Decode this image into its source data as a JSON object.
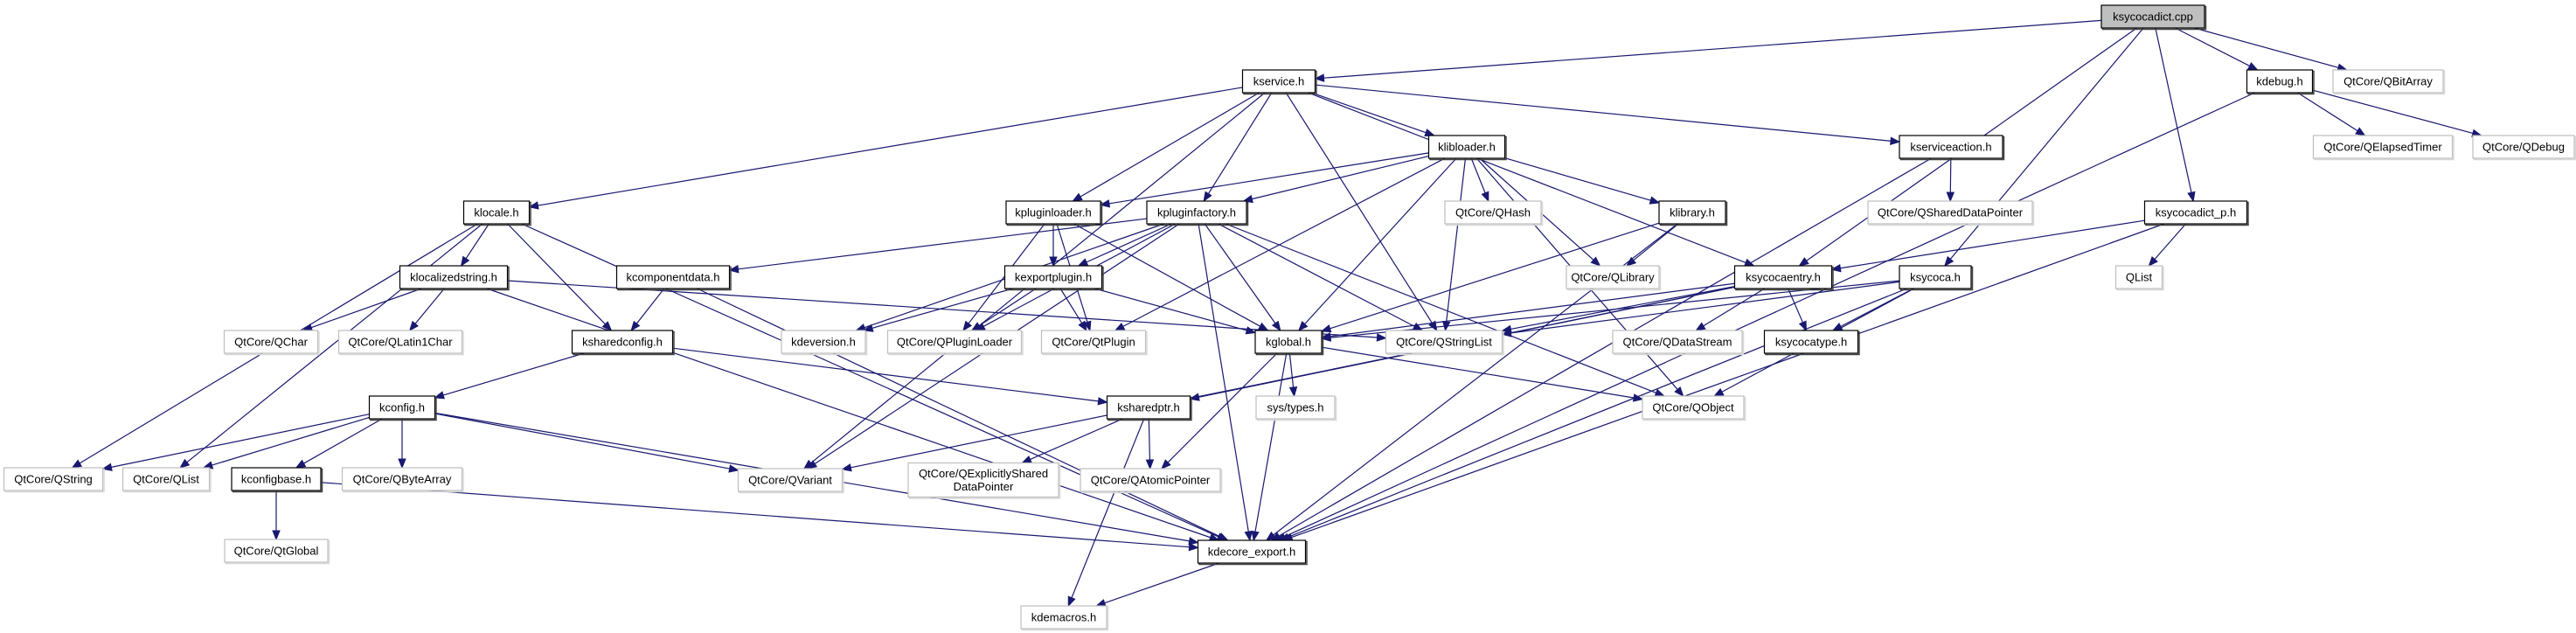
{
  "graph": {
    "colors": {
      "edge": "#191970",
      "root_fill": "#bfbfbf",
      "local_border": "#000000",
      "external_border": "#bfbfbf"
    },
    "nodes": [
      {
        "id": "ksycocadict_cpp",
        "label": [
          "ksycocadict.cpp"
        ],
        "kind": "root"
      },
      {
        "id": "kservice",
        "label": [
          "kservice.h"
        ],
        "kind": "local"
      },
      {
        "id": "kdebug",
        "label": [
          "kdebug.h"
        ],
        "kind": "local"
      },
      {
        "id": "qbitarray",
        "label": [
          "QtCore/QBitArray"
        ],
        "kind": "external"
      },
      {
        "id": "klibloader",
        "label": [
          "klibloader.h"
        ],
        "kind": "local"
      },
      {
        "id": "kserviceaction",
        "label": [
          "kserviceaction.h"
        ],
        "kind": "local"
      },
      {
        "id": "qelapsedtimer",
        "label": [
          "QtCore/QElapsedTimer"
        ],
        "kind": "external"
      },
      {
        "id": "qdebug",
        "label": [
          "QtCore/QDebug"
        ],
        "kind": "external"
      },
      {
        "id": "klocale",
        "label": [
          "klocale.h"
        ],
        "kind": "local"
      },
      {
        "id": "kpluginloader",
        "label": [
          "kpluginloader.h"
        ],
        "kind": "local"
      },
      {
        "id": "kpluginfactory",
        "label": [
          "kpluginfactory.h"
        ],
        "kind": "local"
      },
      {
        "id": "qhash",
        "label": [
          "QtCore/QHash"
        ],
        "kind": "external"
      },
      {
        "id": "klibrary",
        "label": [
          "klibrary.h"
        ],
        "kind": "local"
      },
      {
        "id": "qshareddatapointer",
        "label": [
          "QtCore/QSharedDataPointer"
        ],
        "kind": "external"
      },
      {
        "id": "ksycocadict_p",
        "label": [
          "ksycocadict_p.h"
        ],
        "kind": "local"
      },
      {
        "id": "klocalizedstring",
        "label": [
          "klocalizedstring.h"
        ],
        "kind": "local"
      },
      {
        "id": "kcomponentdata",
        "label": [
          "kcomponentdata.h"
        ],
        "kind": "local"
      },
      {
        "id": "kexportplugin",
        "label": [
          "kexportplugin.h"
        ],
        "kind": "local"
      },
      {
        "id": "qlibrary",
        "label": [
          "QtCore/QLibrary"
        ],
        "kind": "external"
      },
      {
        "id": "ksycocaentry",
        "label": [
          "ksycocaentry.h"
        ],
        "kind": "local"
      },
      {
        "id": "ksycoca",
        "label": [
          "ksycoca.h"
        ],
        "kind": "local"
      },
      {
        "id": "qlist2",
        "label": [
          "QList"
        ],
        "kind": "external"
      },
      {
        "id": "qchar",
        "label": [
          "QtCore/QChar"
        ],
        "kind": "external"
      },
      {
        "id": "qlatin1char",
        "label": [
          "QtCore/QLatin1Char"
        ],
        "kind": "external"
      },
      {
        "id": "ksharedconfig",
        "label": [
          "ksharedconfig.h"
        ],
        "kind": "local"
      },
      {
        "id": "kdeversion",
        "label": [
          "kdeversion.h"
        ],
        "kind": "external"
      },
      {
        "id": "qpluginloader",
        "label": [
          "QtCore/QPluginLoader"
        ],
        "kind": "external"
      },
      {
        "id": "qtplugin",
        "label": [
          "QtCore/QtPlugin"
        ],
        "kind": "external"
      },
      {
        "id": "kglobal",
        "label": [
          "kglobal.h"
        ],
        "kind": "local"
      },
      {
        "id": "qstringlist",
        "label": [
          "QtCore/QStringList"
        ],
        "kind": "external"
      },
      {
        "id": "qdatastream",
        "label": [
          "QtCore/QDataStream"
        ],
        "kind": "external"
      },
      {
        "id": "ksycocatype",
        "label": [
          "ksycocatype.h"
        ],
        "kind": "local"
      },
      {
        "id": "kconfig",
        "label": [
          "kconfig.h"
        ],
        "kind": "local"
      },
      {
        "id": "ksharedptr",
        "label": [
          "ksharedptr.h"
        ],
        "kind": "local"
      },
      {
        "id": "systypes",
        "label": [
          "sys/types.h"
        ],
        "kind": "external"
      },
      {
        "id": "qobject",
        "label": [
          "QtCore/QObject"
        ],
        "kind": "external"
      },
      {
        "id": "qstring",
        "label": [
          "QtCore/QString"
        ],
        "kind": "external"
      },
      {
        "id": "qlist",
        "label": [
          "QtCore/QList"
        ],
        "kind": "external"
      },
      {
        "id": "kconfigbase",
        "label": [
          "kconfigbase.h"
        ],
        "kind": "local"
      },
      {
        "id": "qbytearray",
        "label": [
          "QtCore/QByteArray"
        ],
        "kind": "external"
      },
      {
        "id": "qvariant",
        "label": [
          "QtCore/QVariant"
        ],
        "kind": "external"
      },
      {
        "id": "qexplicitlyshared",
        "label": [
          "QtCore/QExplicitlyShared",
          "DataPointer"
        ],
        "kind": "external"
      },
      {
        "id": "qatomicpointer",
        "label": [
          "QtCore/QAtomicPointer"
        ],
        "kind": "external"
      },
      {
        "id": "qtglobal",
        "label": [
          "QtCore/QtGlobal"
        ],
        "kind": "external"
      },
      {
        "id": "kdecore_export",
        "label": [
          "kdecore_export.h"
        ],
        "kind": "local"
      },
      {
        "id": "kdemacros",
        "label": [
          "kdemacros.h"
        ],
        "kind": "external"
      }
    ],
    "edges": [
      [
        "ksycocadict_cpp",
        "kservice"
      ],
      [
        "ksycocadict_cpp",
        "ksycocaentry"
      ],
      [
        "ksycocadict_cpp",
        "ksycoca"
      ],
      [
        "ksycocadict_cpp",
        "ksycocadict_p"
      ],
      [
        "ksycocadict_cpp",
        "kdebug"
      ],
      [
        "ksycocadict_cpp",
        "qbitarray"
      ],
      [
        "kdebug",
        "qelapsedtimer"
      ],
      [
        "kdebug",
        "qdebug"
      ],
      [
        "kdebug",
        "kdecore_export"
      ],
      [
        "kservice",
        "klocale"
      ],
      [
        "kservice",
        "qvariant"
      ],
      [
        "kservice",
        "kpluginloader"
      ],
      [
        "kservice",
        "kpluginfactory"
      ],
      [
        "kservice",
        "qstringlist"
      ],
      [
        "kservice",
        "ksycocaentry"
      ],
      [
        "kservice",
        "klibloader"
      ],
      [
        "kservice",
        "kserviceaction"
      ],
      [
        "kserviceaction",
        "qshareddatapointer"
      ],
      [
        "kserviceaction",
        "kdecore_export"
      ],
      [
        "klibloader",
        "kpluginloader"
      ],
      [
        "klibloader",
        "kpluginfactory"
      ],
      [
        "klibloader",
        "qhash"
      ],
      [
        "klibloader",
        "klibrary"
      ],
      [
        "klibloader",
        "qlibrary"
      ],
      [
        "klibloader",
        "qstringlist"
      ],
      [
        "klibloader",
        "kglobal"
      ],
      [
        "klibloader",
        "qobject"
      ],
      [
        "klibloader",
        "qtplugin"
      ],
      [
        "klibrary",
        "qlibrary"
      ],
      [
        "klibrary",
        "kglobal"
      ],
      [
        "klibrary",
        "kdecore_export"
      ],
      [
        "klocale",
        "qstring"
      ],
      [
        "klocale",
        "qlist"
      ],
      [
        "klocale",
        "klocalizedstring"
      ],
      [
        "klocale",
        "ksharedconfig"
      ],
      [
        "klocale",
        "kdecore_export"
      ],
      [
        "klocalizedstring",
        "qchar"
      ],
      [
        "klocalizedstring",
        "qlatin1char"
      ],
      [
        "klocalizedstring",
        "qstringlist"
      ],
      [
        "klocalizedstring",
        "kdecore_export"
      ],
      [
        "kcomponentdata",
        "ksharedconfig"
      ],
      [
        "kcomponentdata",
        "kdecore_export"
      ],
      [
        "ksharedconfig",
        "kconfig"
      ],
      [
        "ksharedconfig",
        "ksharedptr"
      ],
      [
        "kconfig",
        "qstring"
      ],
      [
        "kconfig",
        "qlist"
      ],
      [
        "kconfig",
        "kconfigbase"
      ],
      [
        "kconfig",
        "qbytearray"
      ],
      [
        "kconfig",
        "qvariant"
      ],
      [
        "kconfig",
        "kdecore_export"
      ],
      [
        "kconfigbase",
        "qtglobal"
      ],
      [
        "kconfigbase",
        "kdecore_export"
      ],
      [
        "kpluginloader",
        "kexportplugin"
      ],
      [
        "kpluginloader",
        "qpluginloader"
      ],
      [
        "kpluginloader",
        "qtplugin"
      ],
      [
        "kpluginloader",
        "kglobal"
      ],
      [
        "kpluginfactory",
        "kcomponentdata"
      ],
      [
        "kpluginfactory",
        "kexportplugin"
      ],
      [
        "kpluginfactory",
        "kdeversion"
      ],
      [
        "kpluginfactory",
        "qvariant"
      ],
      [
        "kpluginfactory",
        "qstringlist"
      ],
      [
        "kpluginfactory",
        "qobject"
      ],
      [
        "kpluginfactory",
        "kglobal"
      ],
      [
        "kpluginfactory",
        "kdecore_export"
      ],
      [
        "kpluginfactory",
        "qpluginloader"
      ],
      [
        "kexportplugin",
        "kdeversion"
      ],
      [
        "kexportplugin",
        "qtplugin"
      ],
      [
        "kexportplugin",
        "kglobal"
      ],
      [
        "kexportplugin",
        "qpluginloader"
      ],
      [
        "kglobal",
        "systypes"
      ],
      [
        "kglobal",
        "qatomicpointer"
      ],
      [
        "kglobal",
        "qobject"
      ],
      [
        "kglobal",
        "kdecore_export"
      ],
      [
        "ksharedptr",
        "qexplicitlyshared"
      ],
      [
        "ksharedptr",
        "qatomicpointer"
      ],
      [
        "ksharedptr",
        "kdemacros"
      ],
      [
        "kdecore_export",
        "kdemacros"
      ],
      [
        "ksycocaentry",
        "ksycocatype"
      ],
      [
        "ksycocaentry",
        "qdatastream"
      ],
      [
        "ksycocaentry",
        "qstringlist"
      ],
      [
        "ksycocaentry",
        "kglobal"
      ],
      [
        "ksycocaentry",
        "ksharedptr"
      ],
      [
        "ksycocaentry",
        "qvariant"
      ],
      [
        "ksycoca",
        "ksycocatype"
      ],
      [
        "ksycoca",
        "qobject"
      ],
      [
        "ksycoca",
        "qstringlist"
      ],
      [
        "ksycoca",
        "kglobal"
      ],
      [
        "ksycoca",
        "kdecore_export"
      ],
      [
        "ksycocadict_p",
        "ksycocaentry"
      ],
      [
        "ksycocadict_p",
        "qlist2"
      ],
      [
        "ksycocadict_p",
        "kdecore_export"
      ]
    ]
  }
}
